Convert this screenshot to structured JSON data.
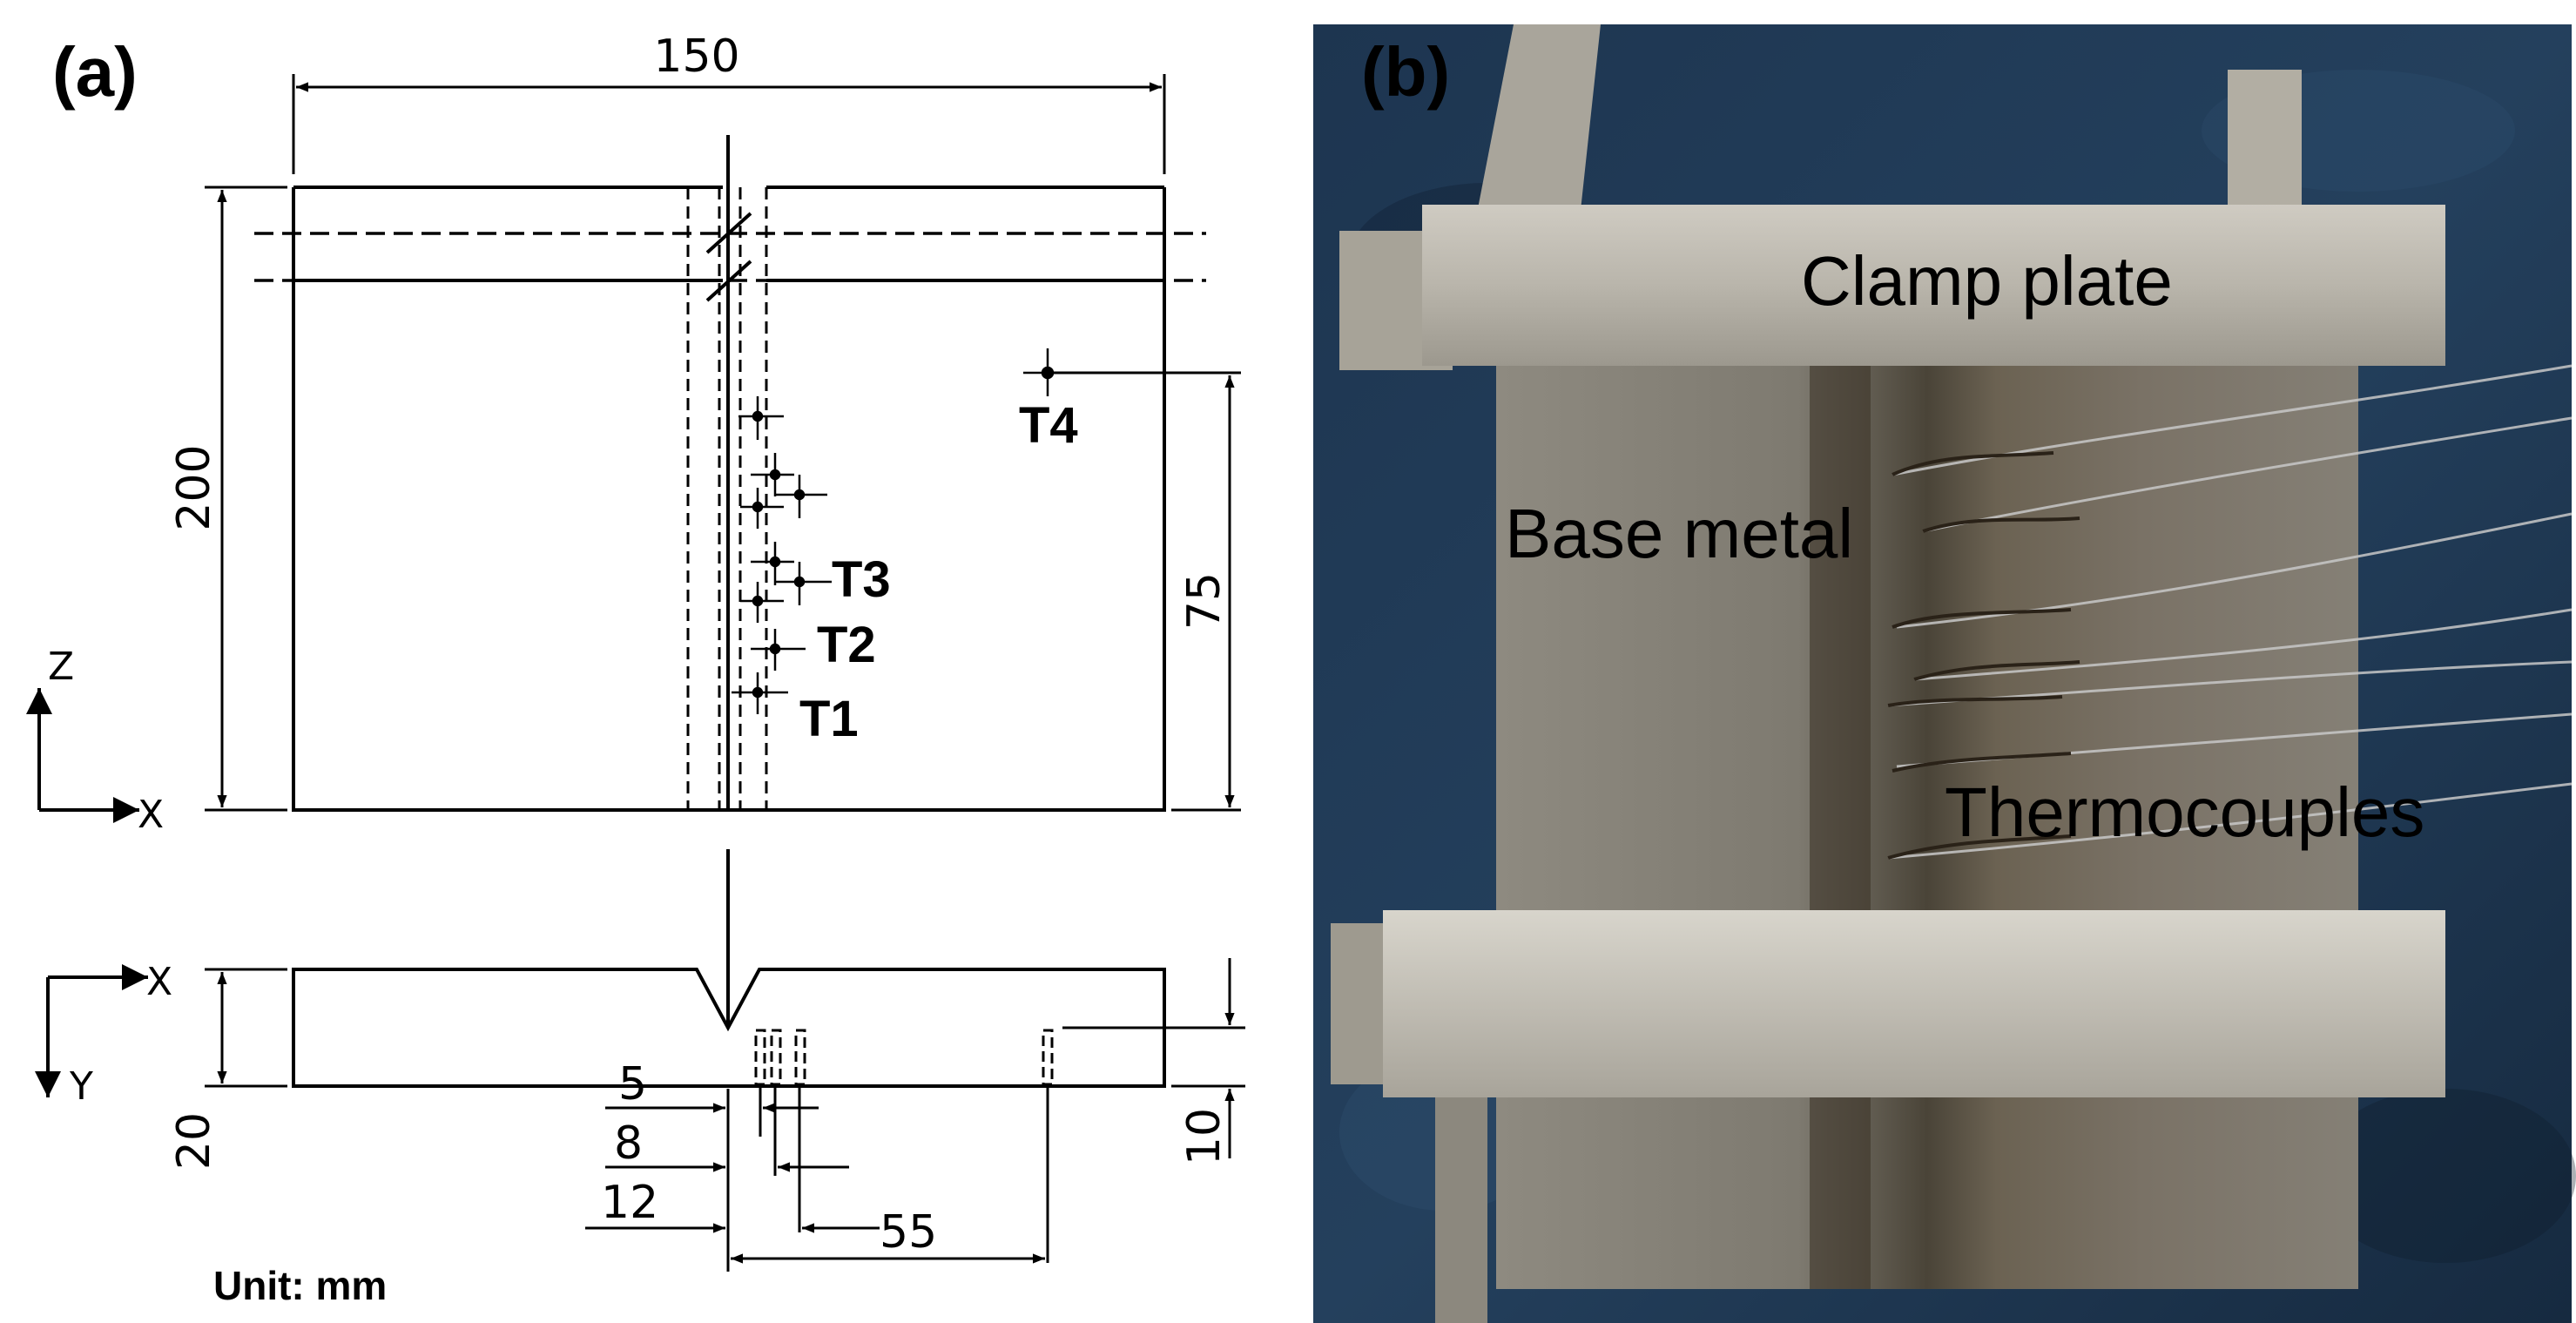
{
  "panel_a": {
    "label": "(a)",
    "dim_width": "150",
    "dim_height": "200",
    "dim_t4_height": "75",
    "dim_thickness": "20",
    "dim_depth": "10",
    "dim_5": "5",
    "dim_8": "8",
    "dim_12": "12",
    "dim_55": "55",
    "t1": "T1",
    "t2": "T2",
    "t3": "T3",
    "t4": "T4",
    "axis_z": "Z",
    "axis_x_top": "X",
    "axis_x_bottom": "X",
    "axis_y": "Y",
    "unit": "Unit: mm"
  },
  "panel_b": {
    "label": "(b)",
    "clamp_plate": "Clamp plate",
    "base_metal": "Base metal",
    "thermocouples": "Thermocouples"
  }
}
